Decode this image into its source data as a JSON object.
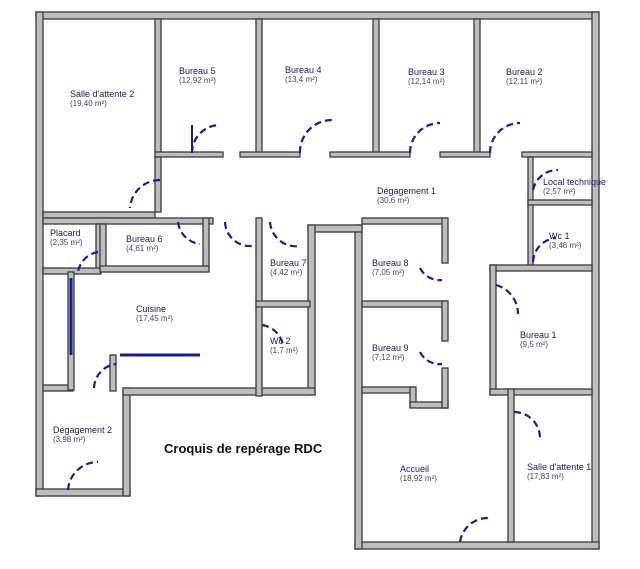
{
  "plan": {
    "caption": "Croquis de repérage RDC",
    "rooms": [
      {
        "name": "Salle d'attente 2",
        "area": "(19,40 m²)"
      },
      {
        "name": "Bureau 5",
        "area": "(12,92 m²)"
      },
      {
        "name": "Bureau 4",
        "area": "(13,4 m²)"
      },
      {
        "name": "Bureau 3",
        "area": "(12,14 m²)"
      },
      {
        "name": "Bureau 2",
        "area": "(12,11 m²)"
      },
      {
        "name": "Local technique",
        "area": "(2,57 m²)"
      },
      {
        "name": "Dégagement 1",
        "area": "(30,6 m²)"
      },
      {
        "name": "Placard",
        "area": "(2,35 m²)"
      },
      {
        "name": "Bureau 6",
        "area": "(4,61 m²)"
      },
      {
        "name": "Bureau 7",
        "area": "(4,42 m²)"
      },
      {
        "name": "Bureau 8",
        "area": "(7,05 m²)"
      },
      {
        "name": "Wc 1",
        "area": "(3,46 m²)"
      },
      {
        "name": "Cuisine",
        "area": "(17,45 m²)"
      },
      {
        "name": "Wc 2",
        "area": "(1,7 m²)"
      },
      {
        "name": "Bureau 9",
        "area": "(7,12 m²)"
      },
      {
        "name": "Bureau 1",
        "area": "(9,5 m²)"
      },
      {
        "name": "Dégagement 2",
        "area": "(3,98 m²)"
      },
      {
        "name": "Accueil",
        "area": "(18,92 m²)"
      },
      {
        "name": "Salle d'attente 1",
        "area": "(17,83 m²)"
      }
    ]
  }
}
